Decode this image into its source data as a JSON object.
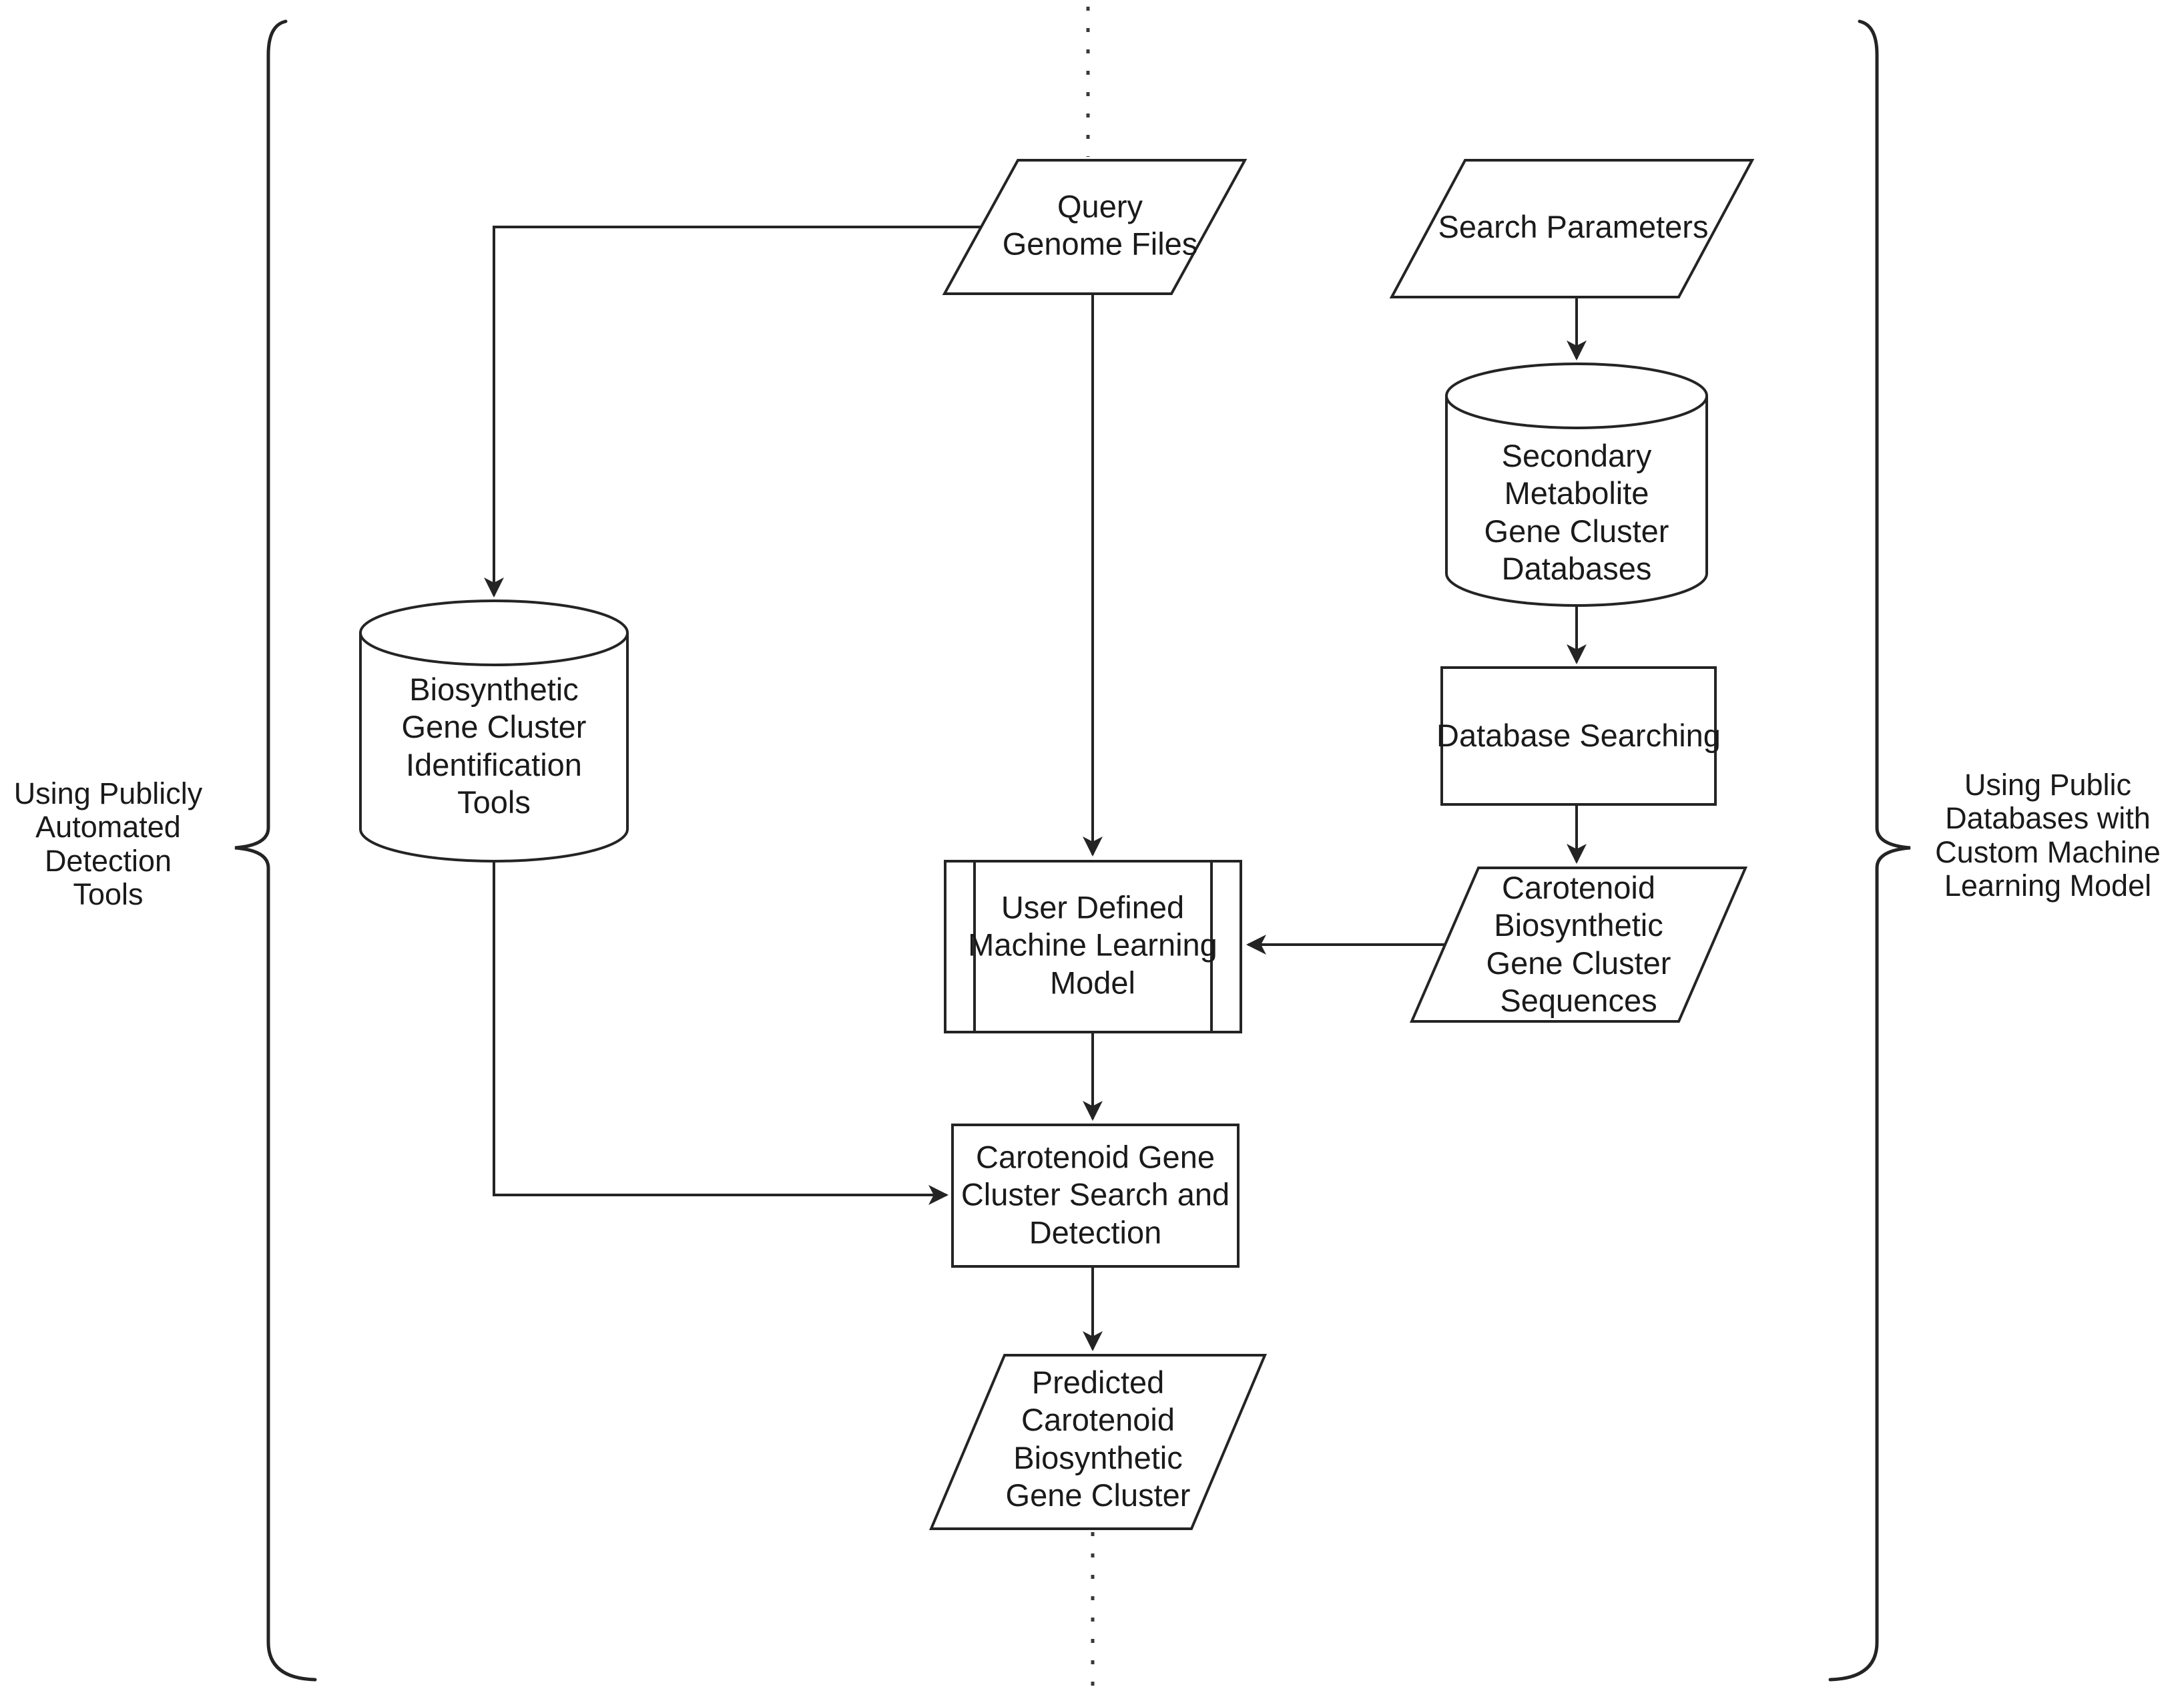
{
  "figure": {
    "type": "flowchart",
    "colors": {
      "line": "#242424",
      "text": "#1a1a1a",
      "background": "#ffffff"
    },
    "left_annotation": {
      "label": "Using Publicly\nAutomated\nDetection\nTools"
    },
    "right_annotation": {
      "label": "Using Public\nDatabases with\nCustom Machine\nLearning Model"
    },
    "nodes": {
      "query_genome_files": {
        "shape": "parallelogram",
        "label": "Query\nGenome Files"
      },
      "search_parameters": {
        "shape": "parallelogram",
        "label": "Search Parameters"
      },
      "secondary_metabolite_databases": {
        "shape": "cylinder",
        "label": "Secondary\nMetabolite\nGene Cluster\nDatabases"
      },
      "database_searching": {
        "shape": "rectangle",
        "label": "Database Searching"
      },
      "carotenoid_bgc_sequences": {
        "shape": "parallelogram",
        "label": "Carotenoid\nBiosynthetic\nGene Cluster\nSequences"
      },
      "bgc_identification_tools": {
        "shape": "cylinder",
        "label": "Biosynthetic\nGene Cluster\nIdentification\nTools"
      },
      "user_defined_ml_model": {
        "shape": "predefined-process",
        "label": "User Defined\nMachine Learning\nModel"
      },
      "carotenoid_search_detection": {
        "shape": "rectangle",
        "label": "Carotenoid Gene\nCluster Search and\nDetection"
      },
      "predicted_carotenoid_bgc": {
        "shape": "parallelogram",
        "label": "Predicted\nCarotenoid\nBiosynthetic\nGene Cluster"
      }
    },
    "edges": [
      {
        "from": "query_genome_files",
        "to": "bgc_identification_tools"
      },
      {
        "from": "query_genome_files",
        "to": "user_defined_ml_model"
      },
      {
        "from": "search_parameters",
        "to": "secondary_metabolite_databases"
      },
      {
        "from": "secondary_metabolite_databases",
        "to": "database_searching"
      },
      {
        "from": "database_searching",
        "to": "carotenoid_bgc_sequences"
      },
      {
        "from": "carotenoid_bgc_sequences",
        "to": "user_defined_ml_model"
      },
      {
        "from": "user_defined_ml_model",
        "to": "carotenoid_search_detection"
      },
      {
        "from": "bgc_identification_tools",
        "to": "carotenoid_search_detection"
      },
      {
        "from": "carotenoid_search_detection",
        "to": "predicted_carotenoid_bgc"
      }
    ]
  }
}
